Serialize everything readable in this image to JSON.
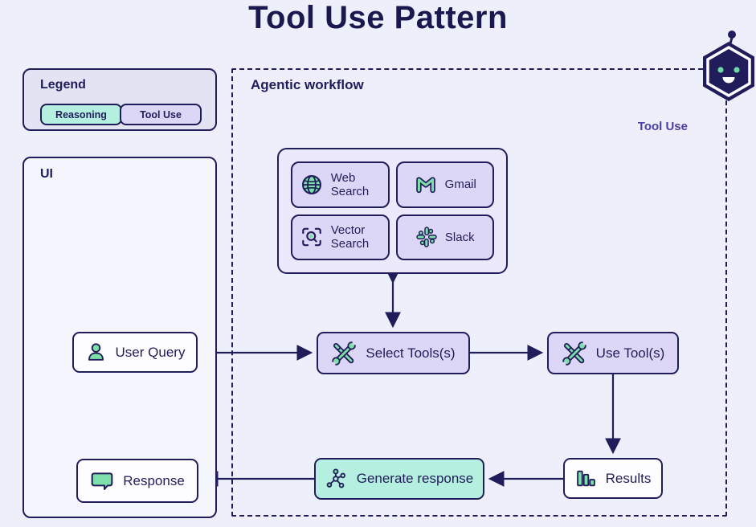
{
  "title": "Tool Use Pattern",
  "legend": {
    "title": "Legend",
    "reasoning_label": "Reasoning",
    "tool_use_label": "Tool Use"
  },
  "ui_panel": {
    "title": "UI",
    "user_query_label": "User Query",
    "response_label": "Response"
  },
  "workflow": {
    "title": "Agentic workflow",
    "tag": "Tool Use",
    "tools": [
      {
        "label": "Web Search",
        "icon": "globe-icon"
      },
      {
        "label": "Gmail",
        "icon": "gmail-icon"
      },
      {
        "label": "Vector Search",
        "icon": "vector-search-icon"
      },
      {
        "label": "Slack",
        "icon": "slack-icon"
      }
    ],
    "select_tools_label": "Select Tools(s)",
    "use_tools_label": "Use Tool(s)",
    "results_label": "Results",
    "generate_response_label": "Generate response"
  },
  "colors": {
    "background": "#edf0fa",
    "navy": "#201d5a",
    "mint": "#b5efdf",
    "lavender": "#dcd7f6",
    "lavender_light": "#ebe9fb",
    "icon_green": "#7de0ab",
    "tag_purple": "#4a3fa5",
    "node_white": "#fdfdff"
  }
}
